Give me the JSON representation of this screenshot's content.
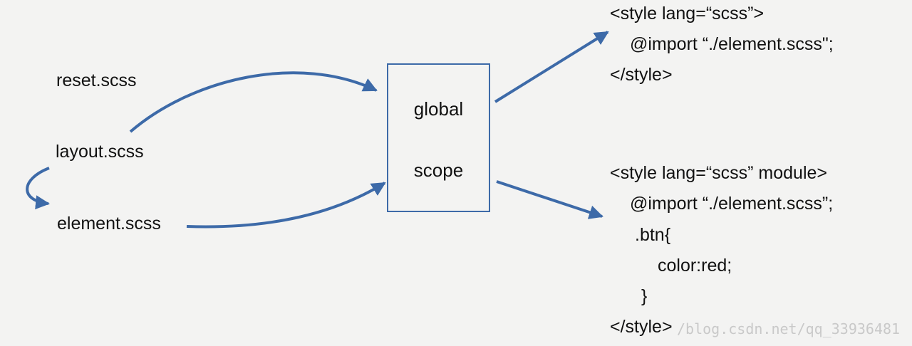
{
  "files": {
    "reset": "reset.scss",
    "layout": "layout.scss",
    "element": "element.scss"
  },
  "scope_box": {
    "line1": "global",
    "line2": "scope"
  },
  "code_global": {
    "lines": [
      "<style lang=“scss”>",
      "@import “./element.scss\";",
      "</style>"
    ]
  },
  "code_module": {
    "lines": [
      "<style lang=“scss” module>",
      "@import “./element.scss”;",
      ".btn{",
      "color:red;",
      "}",
      "</style>"
    ]
  },
  "watermark": "/blog.csdn.net/qq_33936481",
  "colors": {
    "arrow": "#3d6aa8",
    "background": "#f3f3f2",
    "text": "#111111"
  }
}
